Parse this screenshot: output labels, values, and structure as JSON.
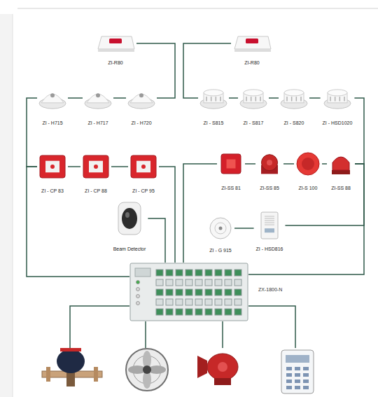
{
  "diagram": {
    "nodes": [
      {
        "text": [
          "ZI-R80"
        ]
      },
      {
        "text": [
          "ZI-R80"
        ]
      },
      {
        "text": [
          "ZI - H715"
        ]
      },
      {
        "text": [
          "ZI - H717"
        ]
      },
      {
        "text": [
          "ZI - H720"
        ]
      },
      {
        "text": [
          "ZI - S815"
        ]
      },
      {
        "text": [
          "ZI - S817"
        ]
      },
      {
        "text": [
          "ZI - S820"
        ]
      },
      {
        "text": [
          "ZI - HSD1020"
        ]
      },
      {
        "text": [
          "ZI - CP 83"
        ]
      },
      {
        "text": [
          "ZI - CP 88"
        ]
      },
      {
        "text": [
          "ZI - CP 95"
        ]
      },
      {
        "text": [
          "Beam Detector"
        ]
      },
      {
        "text": [
          "ZI-SS 81"
        ]
      },
      {
        "text": [
          "ZI-SS 85"
        ]
      },
      {
        "text": [
          "ZI-S 100"
        ]
      },
      {
        "text": [
          "ZI-SS 88"
        ]
      },
      {
        "text": [
          "ZI - G 915"
        ]
      },
      {
        "text": [
          "ZI - HSD816"
        ]
      },
      {
        "text": [
          "ZX-1800-N"
        ]
      }
    ],
    "edges": [
      {
        "from": 0,
        "to": 4,
        "arrow": "none"
      },
      {
        "from": 4,
        "to": 3,
        "arrow": "none"
      },
      {
        "from": 3,
        "to": 2,
        "arrow": "none"
      },
      {
        "from": 2,
        "to": 9,
        "arrow": "none"
      },
      {
        "from": 9,
        "to": 10,
        "arrow": "none"
      },
      {
        "from": 10,
        "to": 11,
        "arrow": "none"
      },
      {
        "from": 11,
        "to": 19,
        "arrow": "none"
      },
      {
        "from": 9,
        "to": 19,
        "arrow": "none"
      },
      {
        "from": 12,
        "to": 19,
        "arrow": "none"
      },
      {
        "from": 1,
        "to": 5,
        "arrow": "none"
      },
      {
        "from": 5,
        "to": 6,
        "arrow": "none"
      },
      {
        "from": 6,
        "to": 7,
        "arrow": "none"
      },
      {
        "from": 7,
        "to": 8,
        "arrow": "none"
      },
      {
        "from": 8,
        "to": 16,
        "arrow": "none"
      },
      {
        "from": 16,
        "to": 15,
        "arrow": "none"
      },
      {
        "from": 15,
        "to": 14,
        "arrow": "none"
      },
      {
        "from": 14,
        "to": 13,
        "arrow": "none"
      },
      {
        "from": 13,
        "to": 19,
        "arrow": "none"
      },
      {
        "from": 17,
        "to": 18,
        "arrow": "none"
      },
      {
        "from": 18,
        "to": 16,
        "arrow": "none"
      },
      {
        "from": 16,
        "to": 19,
        "arrow": "none"
      }
    ]
  }
}
